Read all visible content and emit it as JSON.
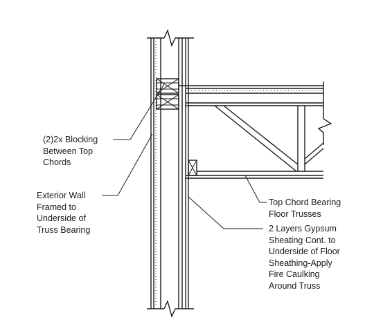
{
  "callouts": {
    "blocking": [
      "(2)2x Blocking",
      "Between Top",
      "Chords"
    ],
    "exterior_wall": [
      "Exterior Wall",
      "Framed to",
      "Underside of",
      "Truss Bearing"
    ],
    "top_chord": [
      "Top Chord Bearing",
      "Floor Trusses"
    ],
    "gypsum": [
      "2 Layers Gypsum",
      "Sheating Cont. to",
      "Underside of Floor",
      "Sheathing-Apply",
      "Fire Caulking",
      "Around Truss"
    ]
  }
}
